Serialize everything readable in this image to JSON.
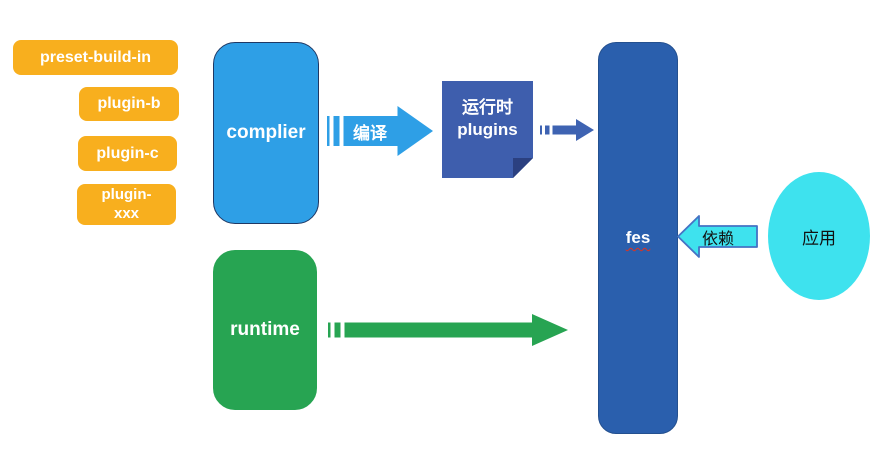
{
  "colors": {
    "plugin_orange": "#F8AF1E",
    "complier_blue": "#2E9FE6",
    "runtime_green": "#27A452",
    "fes_blue": "#2A5FAD",
    "plugins_box_blue": "#3E5EAD",
    "plugins_fold_blue": "#2B4080",
    "transfer_arrow_blue": "#3E63B2",
    "app_cyan": "#3EE2EE",
    "depend_arrow_border": "#4472C4",
    "spellcheck_underline_red": "#E0321E"
  },
  "plugin_boxes": [
    {
      "label": "preset-build-in"
    },
    {
      "label": "plugin-b"
    },
    {
      "label": "plugin-c"
    },
    {
      "label": "plugin-xxx"
    }
  ],
  "complier": {
    "label": "complier"
  },
  "runtime": {
    "label": "runtime"
  },
  "compile_arrow": {
    "label": "编译"
  },
  "runtime_plugins": {
    "line1": "运行时",
    "line2": "plugins"
  },
  "fes": {
    "label": "fes"
  },
  "depend_arrow": {
    "label": "依赖"
  },
  "app": {
    "label": "应用"
  }
}
